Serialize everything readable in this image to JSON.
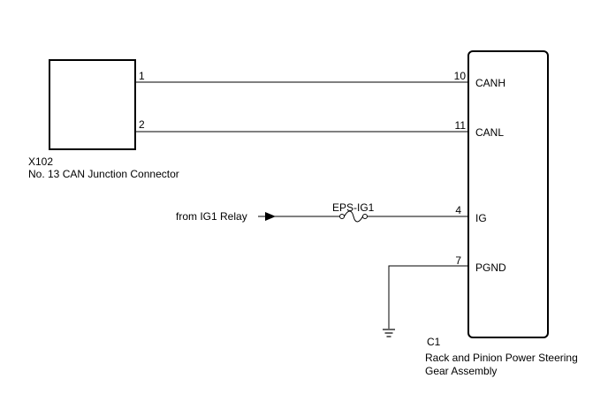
{
  "connector_x102": {
    "code": "X102",
    "name": "No. 13 CAN Junction Connector",
    "pins": [
      "1",
      "2"
    ]
  },
  "component_c1": {
    "code": "C1",
    "name_line1": "Rack and Pinion Power Steering",
    "name_line2": "Gear Assembly",
    "pins": [
      {
        "num": "10",
        "signal": "CANH"
      },
      {
        "num": "11",
        "signal": "CANL"
      },
      {
        "num": "4",
        "signal": "IG"
      },
      {
        "num": "7",
        "signal": "PGND"
      }
    ]
  },
  "source": {
    "label": "from IG1 Relay"
  },
  "fuse": {
    "label": "EPS-IG1"
  }
}
